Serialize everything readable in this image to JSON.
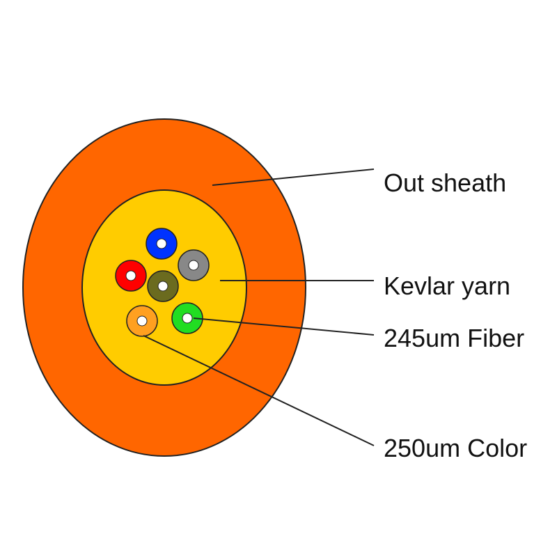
{
  "labels": {
    "out_sheath": "Out sheath",
    "kevlar_yarn": "Kevlar yarn",
    "fiber_245": "245um Fiber",
    "color_250": "250um Color"
  },
  "colors": {
    "out_sheath": "#ff6600",
    "kevlar_yarn": "#ffcc00",
    "outline": "#222222",
    "fiber_core": "#ffffff"
  },
  "fibers": [
    {
      "name": "blue",
      "color": "#0033ff"
    },
    {
      "name": "red",
      "color": "#ff0000"
    },
    {
      "name": "gray",
      "color": "#888888"
    },
    {
      "name": "olive",
      "color": "#6b6b1f"
    },
    {
      "name": "green",
      "color": "#22dd22"
    },
    {
      "name": "orange",
      "color": "#ffa020"
    }
  ]
}
